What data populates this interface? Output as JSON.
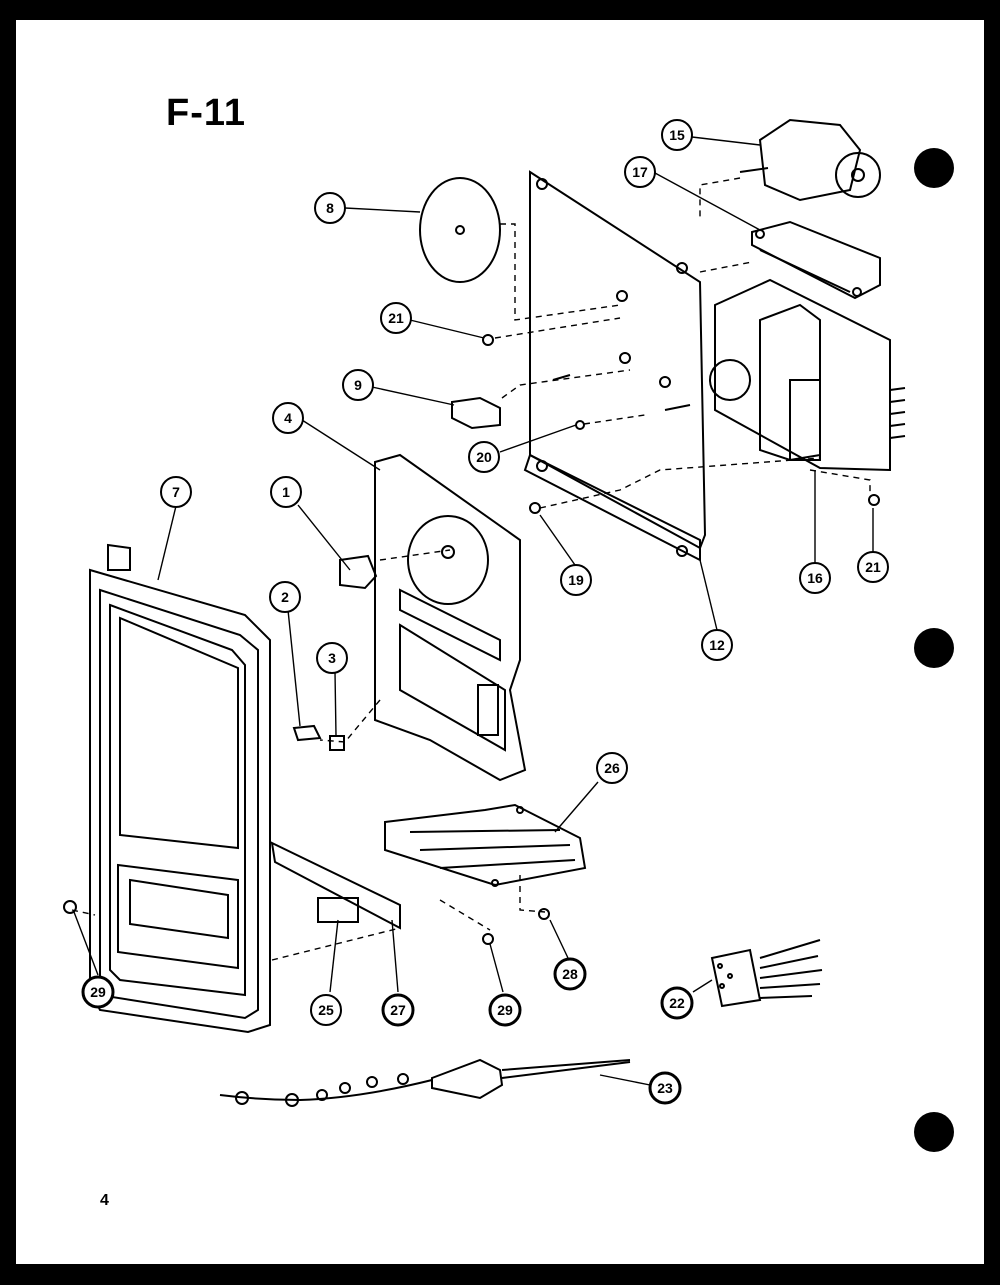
{
  "diagram": {
    "title": "F-11",
    "page_number": "4",
    "callouts": [
      {
        "id": "c15",
        "label": "15"
      },
      {
        "id": "c17",
        "label": "17"
      },
      {
        "id": "c8",
        "label": "8"
      },
      {
        "id": "c21a",
        "label": "21"
      },
      {
        "id": "c9",
        "label": "9"
      },
      {
        "id": "c4",
        "label": "4"
      },
      {
        "id": "c20",
        "label": "20"
      },
      {
        "id": "c7",
        "label": "7"
      },
      {
        "id": "c1",
        "label": "1"
      },
      {
        "id": "c19",
        "label": "19"
      },
      {
        "id": "c16",
        "label": "16"
      },
      {
        "id": "c21b",
        "label": "21"
      },
      {
        "id": "c2",
        "label": "2"
      },
      {
        "id": "c3",
        "label": "3"
      },
      {
        "id": "c12",
        "label": "12"
      },
      {
        "id": "c26",
        "label": "26"
      },
      {
        "id": "c28",
        "label": "28"
      },
      {
        "id": "c22",
        "label": "22"
      },
      {
        "id": "c29a",
        "label": "29"
      },
      {
        "id": "c25",
        "label": "25"
      },
      {
        "id": "c27",
        "label": "27"
      },
      {
        "id": "c29b",
        "label": "29"
      },
      {
        "id": "c23",
        "label": "23"
      }
    ]
  }
}
